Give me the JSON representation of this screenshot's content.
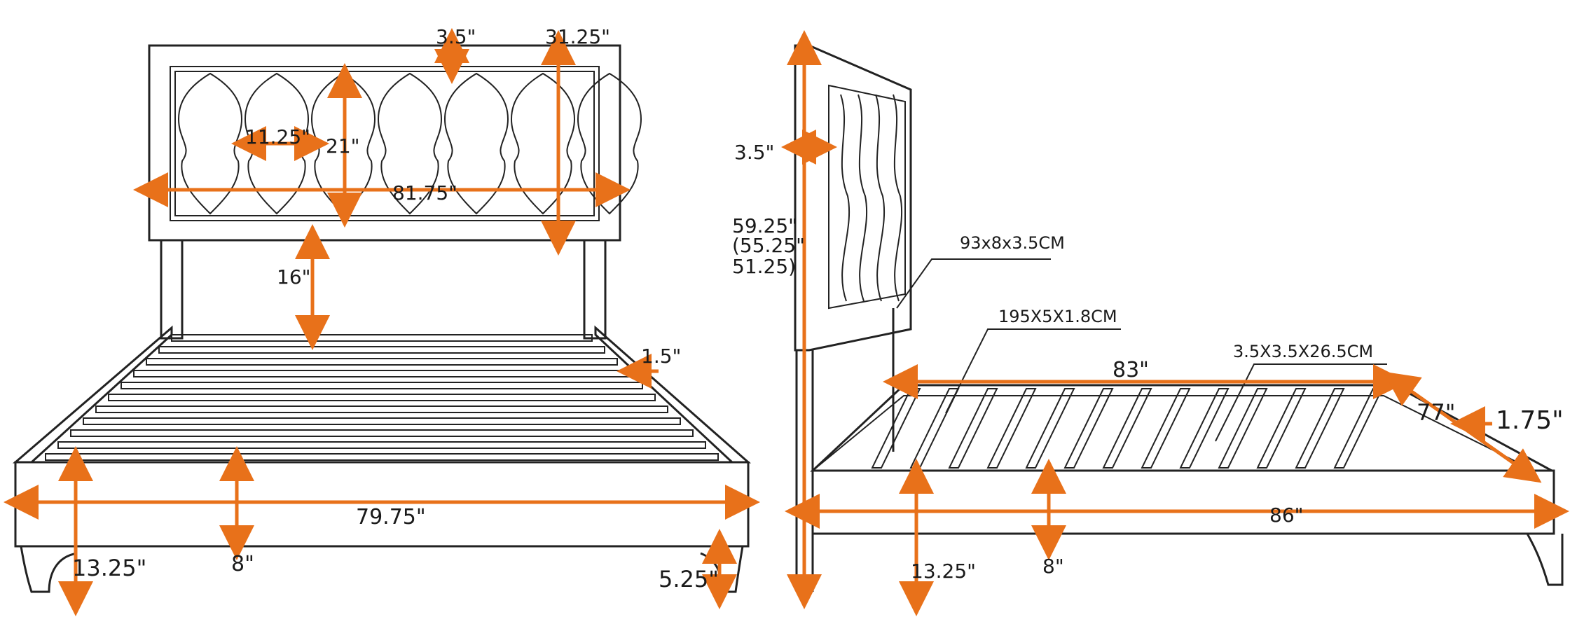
{
  "front_view": {
    "labels": {
      "top_gap": "3.5\"",
      "panel_height": "31.25\"",
      "motif_width": "11.25\"",
      "motif_height": "21\"",
      "panel_width": "81.75\"",
      "leg_clearance": "16\"",
      "slat_gap": "1.5\"",
      "frame_width": "79.75\"",
      "total_height": "13.25\"",
      "rail_height": "8\"",
      "leg_height": "5.25\""
    }
  },
  "side_view": {
    "labels": {
      "headboard_depth": "3.5\"",
      "headboard_height_1": "59.25\"",
      "headboard_height_2": "(55.25\"",
      "headboard_height_3": "51.25)",
      "post_spec": "93x8x3.5CM",
      "slat_spec": "195X5X1.8CM",
      "support_spec": "3.5X3.5X26.5CM",
      "slat_length": "83\"",
      "width": "77\"",
      "rail_width": "1.75\"",
      "length": "86\"",
      "total_height": "13.25\"",
      "rail_height": "8\""
    }
  },
  "colors": {
    "line": "#222222",
    "dimension_arrow": "#e8711a"
  }
}
